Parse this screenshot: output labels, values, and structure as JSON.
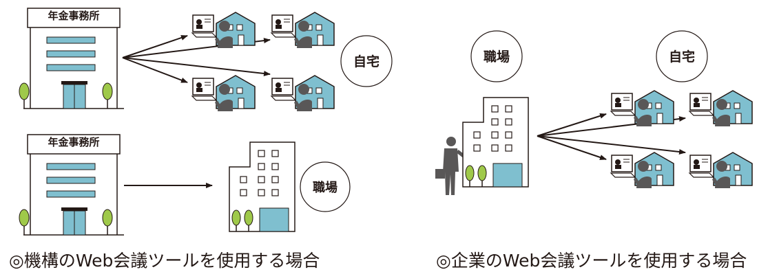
{
  "left_panel": {
    "top_row": {
      "office_sign": "年金事務所",
      "destination_label": "自宅"
    },
    "bottom_row": {
      "office_sign": "年金事務所",
      "destination_label": "職場"
    },
    "caption": "◎機構のWeb会議ツールを使用する場合"
  },
  "right_panel": {
    "workplace_label": "職場",
    "home_label": "自宅",
    "caption": "◎企業のWeb会議ツールを使用する場合"
  },
  "colors": {
    "outline": "#231815",
    "window_blue": "#7fbfcf",
    "tree_green": "#9fc94a",
    "person_gray": "#595757"
  }
}
